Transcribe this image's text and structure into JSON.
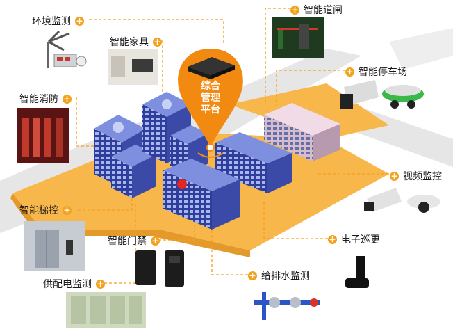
{
  "center_label": "综合\n管理\n平台",
  "labels": {
    "env": "环境监测",
    "home": "智能家具",
    "gate": "智能道闸",
    "parking": "智能停车场",
    "fire": "智能消防",
    "video": "视频监控",
    "elevator": "智能梯控",
    "access": "智能门禁",
    "patrol": "电子巡更",
    "power": "供配电监测",
    "water": "给排水监测"
  },
  "colors": {
    "accent": "#f4a11d",
    "platform": "#f7b74a",
    "building_blue": "#3c4fb0",
    "building_pink": "#e9cfdf"
  },
  "icons": [
    "plus-icon",
    "server-icon",
    "weather-station-icon",
    "camera-icon",
    "elevator-icon",
    "card-reader-icon",
    "patrol-stick-icon",
    "valve-icon",
    "power-cabinet-icon",
    "fire-room-icon",
    "home-icon",
    "gate-icon"
  ]
}
